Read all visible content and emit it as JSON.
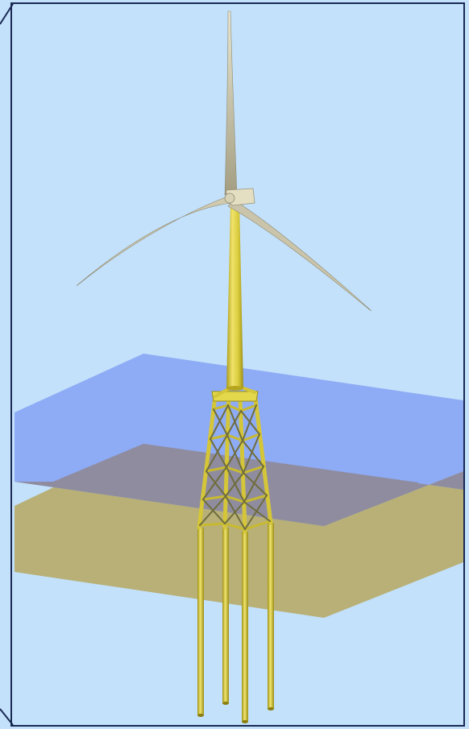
{
  "scene": {
    "colors": {
      "sky": "#c3e1fb",
      "border": "#1a2a55",
      "sea_surface": "#7f9ff2",
      "seabed": "#b8b077",
      "seabed_overlap": "#8e8ca0",
      "structure": "#e3d74c",
      "structure_dark": "#b5a51f",
      "lattice": "#7c7a3a",
      "blade": "#d6d2b8",
      "blade_dark": "#9a957a",
      "nacelle": "#e4dfc2"
    },
    "objects": [
      "wind-turbine",
      "tower",
      "nacelle",
      "rotor-blades",
      "jacket-foundation",
      "piles",
      "sea-surface-plane",
      "seabed-plane"
    ]
  }
}
